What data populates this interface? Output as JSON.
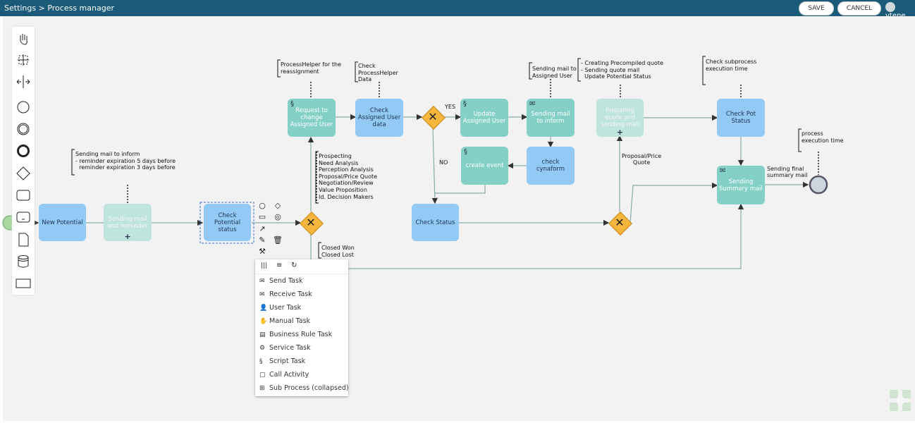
{
  "header": {
    "breadcrumb": "Settings > Process manager",
    "save_label": "SAVE",
    "cancel_label": "CANCEL",
    "user": "vtene"
  },
  "palette": {
    "tools": [
      "hand-tool",
      "lasso-tool",
      "space-tool",
      "start-event",
      "intermediate-event",
      "end-event",
      "gateway",
      "task",
      "subprocess",
      "data-object",
      "data-store",
      "pool"
    ]
  },
  "diagram": {
    "tasks": {
      "new_potential": "New Potential",
      "sending_mail_reminder": "Sending mail and reminder",
      "check_potential_status": "Check Potential status",
      "request_change": "Request to change Assigned User",
      "check_assigned": "Check Assigned User data",
      "update_assigned": "Update Assigned User",
      "sending_mail_inform": "Sending mail to inform",
      "create_event": "create event",
      "check_cynaform": "check cynaform",
      "check_status": "Check Status",
      "preparing_quote": "Preparing quote and sending mail",
      "check_pot_status": "Check Pot Status",
      "sending_summary": "Sending Summary mail"
    },
    "annotations": {
      "reminder": "Sending mail to inform\n- reminder expiration 5 days before\n  reminder expiration 3 days before",
      "process_helper": "ProcessHelper for the\nreassignment",
      "check_helper": "Check\nProcessHelper\nData",
      "sending_assigned": "Sending mail to\nAssigned User",
      "quote_steps": "- Creating Precompiled quote\n- Sending quote mail\n  Update Potential Status",
      "subprocess_time": "Check subprocess\nexecution time",
      "process_time": "process\nexecution time",
      "stages": "Prospecting\nNeed Analysis\nPerception Analysis\nProposal/Price Quote\nNegotiation/Review\nValue Proposition\nId. Decision Makers",
      "closed": "Closed Won\nClosed Lost"
    },
    "labels": {
      "yes": "YES",
      "no": "NO",
      "proposal_quote": "Proposal/Price\nQuote",
      "sending_final": "Sending final\nsummary mail"
    }
  },
  "context_menu": {
    "items": [
      {
        "label": "Send Task",
        "icon": "envelope-filled-icon"
      },
      {
        "label": "Receive Task",
        "icon": "envelope-outline-icon"
      },
      {
        "label": "User Task",
        "icon": "user-icon"
      },
      {
        "label": "Manual Task",
        "icon": "hand-icon"
      },
      {
        "label": "Business Rule Task",
        "icon": "table-icon"
      },
      {
        "label": "Service Task",
        "icon": "gear-icon"
      },
      {
        "label": "Script Task",
        "icon": "script-icon"
      },
      {
        "label": "Call Activity",
        "icon": "call-activity-icon"
      },
      {
        "label": "Sub Process (collapsed)",
        "icon": "subprocess-icon"
      }
    ]
  }
}
